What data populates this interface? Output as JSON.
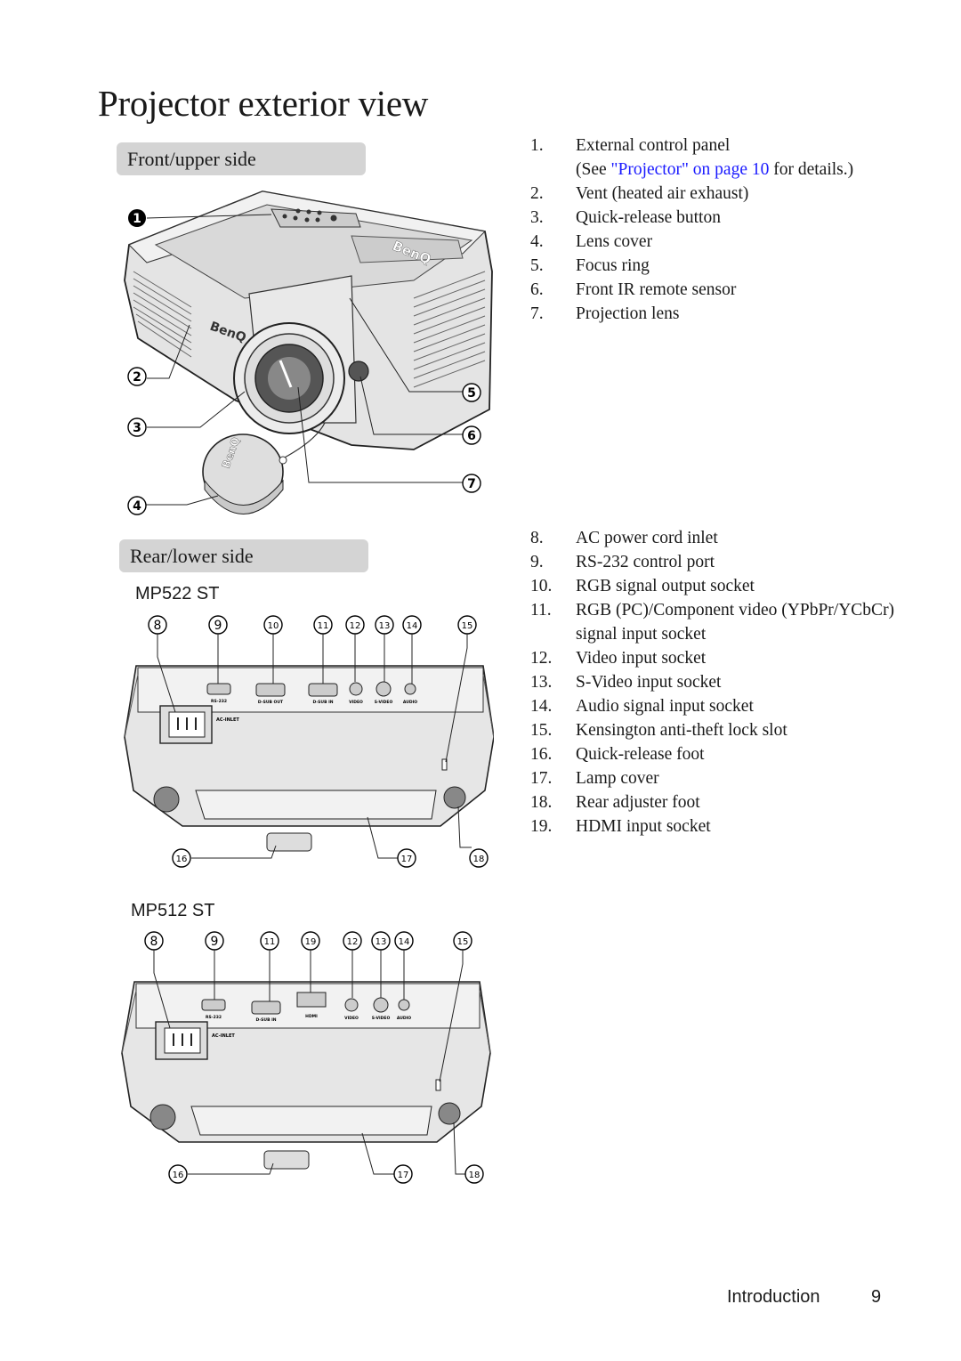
{
  "page": {
    "title": "Projector exterior view",
    "section_front": "Front/upper side",
    "section_rear": "Rear/lower side",
    "model_a": "MP522 ST",
    "model_b": "MP512 ST"
  },
  "front_figure": {
    "logo_text": "BenQ",
    "callouts": [
      "1",
      "2",
      "3",
      "4",
      "5",
      "6",
      "7"
    ]
  },
  "rear_a": {
    "callouts_top": [
      "8",
      "9",
      "10",
      "11",
      "12",
      "13",
      "14",
      "15"
    ],
    "callouts_bottom": [
      "16",
      "17",
      "18"
    ],
    "port_labels": [
      "RS-232",
      "D-SUB OUT",
      "D-SUB IN",
      "VIDEO",
      "S-VIDEO",
      "AUDIO"
    ],
    "inlet_label": "AC-INLET"
  },
  "rear_b": {
    "callouts_top": [
      "8",
      "9",
      "11",
      "19",
      "12",
      "13",
      "14",
      "15"
    ],
    "callouts_bottom": [
      "16",
      "17",
      "18"
    ],
    "port_labels": [
      "RS-232",
      "D-SUB IN",
      "HDMI",
      "VIDEO",
      "S-VIDEO",
      "AUDIO"
    ],
    "inlet_label": "AC-INLET"
  },
  "list_front": [
    {
      "n": "1.",
      "text": "External control panel",
      "sub_pre": "(See ",
      "sub_link": "\"Projector\" on page 10",
      "sub_post": " for details.)"
    },
    {
      "n": "2.",
      "text": "Vent (heated air exhaust)"
    },
    {
      "n": "3.",
      "text": "Quick-release button"
    },
    {
      "n": "4.",
      "text": "Lens cover"
    },
    {
      "n": "5.",
      "text": "Focus ring"
    },
    {
      "n": "6.",
      "text": "Front IR remote sensor"
    },
    {
      "n": "7.",
      "text": "Projection lens"
    }
  ],
  "list_rear": [
    {
      "n": "8.",
      "text": "AC power cord inlet"
    },
    {
      "n": "9.",
      "text": "RS-232 control port"
    },
    {
      "n": "10.",
      "text": "RGB signal output socket"
    },
    {
      "n": "11.",
      "text": "RGB (PC)/Component video (YPbPr/YCbCr) signal input socket"
    },
    {
      "n": "12.",
      "text": "Video input socket"
    },
    {
      "n": "13.",
      "text": "S-Video input socket"
    },
    {
      "n": "14.",
      "text": "Audio signal input socket"
    },
    {
      "n": "15.",
      "text": "Kensington anti-theft lock slot"
    },
    {
      "n": "16.",
      "text": "Quick-release foot"
    },
    {
      "n": "17.",
      "text": "Lamp cover"
    },
    {
      "n": "18.",
      "text": "Rear adjuster foot"
    },
    {
      "n": "19.",
      "text": "HDMI input socket"
    }
  ],
  "footer": {
    "section": "Introduction",
    "page_number": "9"
  }
}
